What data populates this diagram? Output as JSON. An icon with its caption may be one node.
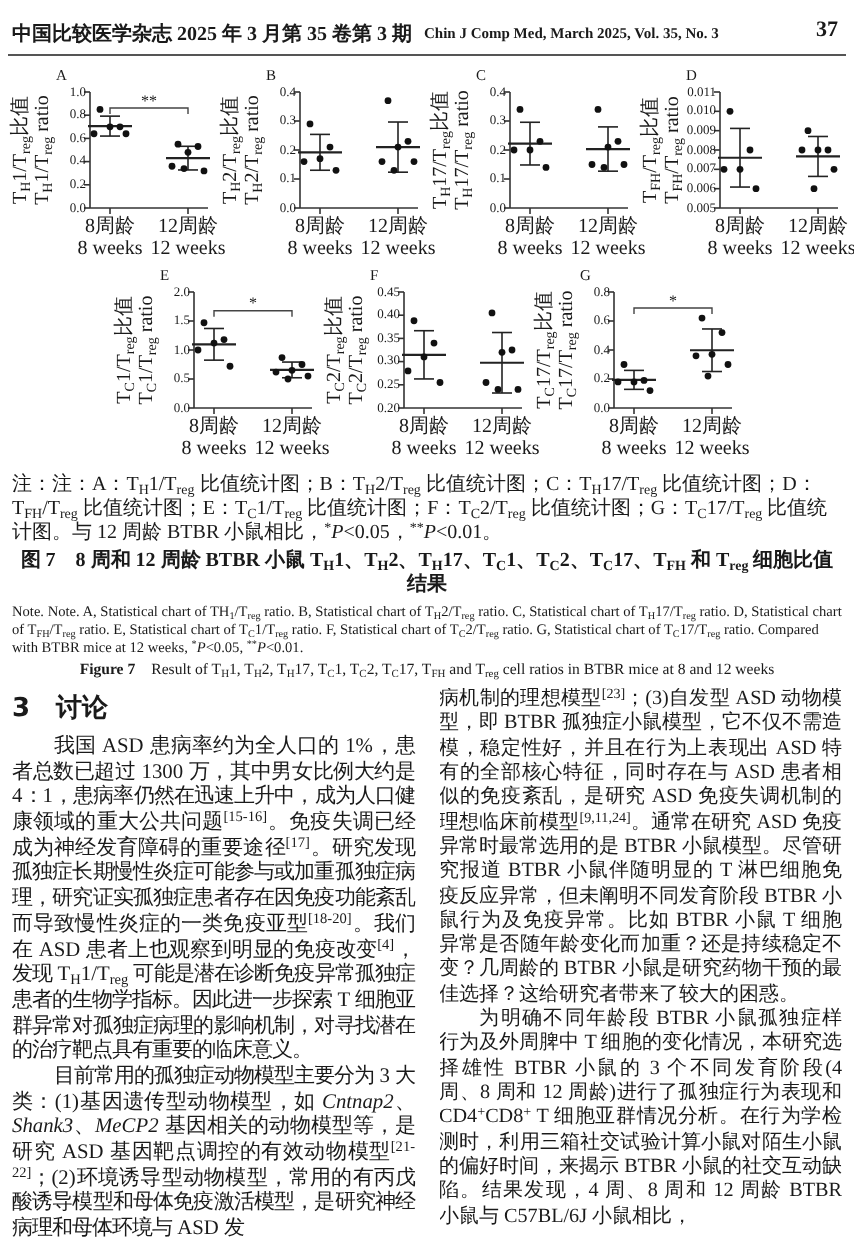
{
  "diagram": {
    "labels": [
      "中国比较医学杂志 2025 年 3 月第 35 卷第 3 期",
      "Chin J Comp Med, March 2025, Vol. 35, No. 3",
      "37",
      "注：注：A：T$_{H}$1/T$_{reg}$ 比值统计图；B：T$_{H}$2/T$_{reg}$ 比值统计图；C：T$_{H}$17/T$_{reg}$ 比值统计图；D：T$_{FH}$/T$_{reg}$ 比值统计图；E：T$_{C}$1/T$_{reg}$ 比值统计图；F：T$_{C}$2/T$_{reg}$ 比值统计图；G：T$_{C}$17/T$_{reg}$ 比值统计图。与 12 周龄 BTBR 小鼠相比，$^{*}$*P*<0.05，$^{**}$*P*<0.01。",
      "图 7　8 周和 12 周龄 BTBR 小鼠 T$_{H}$1、T$_{H}$2、T$_{H}$17、T$_{C}$1、T$_{C}$2、T$_{C}$17、T$_{FH}$ 和 T$_{reg}$ 细胞比值结果",
      "Note. Note. A, Statistical chart of TH$_{1}$/T$_{reg}$ ratio. B, Statistical chart of T$_{H}$2/T$_{reg}$ ratio. C, Statistical chart of T$_{H}$17/T$_{reg}$ ratio. D, Statistical chart of T$_{FH}$/T$_{reg}$ ratio. E, Statistical chart of T$_{C}$1/T$_{reg}$ ratio. F, Statistical chart of T$_{C}$2/T$_{reg}$ ratio. G, Statistical chart of T$_{C}$17/T$_{reg}$ ratio. Compared with BTBR mice at 12 weeks, $^{*}$*P*<0.05, $^{**}$*P*<0.01.",
      "**Figure 7**　Result of T$_{H}$1, T$_{H}$2, T$_{H}$17, T$_{C}$1, T$_{C}$2, T$_{C}$17, T$_{FH}$ and T$_{reg}$ cell ratios in BTBR mice at 8 and 12 weeks",
      "3　讨论",
      "我国 ASD 患病率约为全人口的 1%，患者总数已超过 1300 万，其中男女比例大约是 4：1，患病率仍然在迅速上升中，成为人口健康领域的重大公共问题$^{[15-16]}$。免疫失调已经成为神经发育障碍的重要途径$^{[17]}$。研究发现孤独症长期慢性炎症可能参与或加重孤独症病理，研究证实孤独症患者存在因免疫功能紊乱而导致慢性炎症的一类免疫亚型$^{[18-20]}$。我们在 ASD 患者上也观察到明显的免疫改变$^{[4]}$，发现 T$_{H}$1/T$_{reg}$ 可能是潜在诊断免疫异常孤独症患者的生物学指标。因此进一步探索 T 细胞亚群异常对孤独症病理的影响机制，对寻找潜在的治疗靶点具有重要的临床意义。",
      "目前常用的孤独症动物模型主要分为 3 大类：(1)基因遗传型动物模型，如 *Cntnap2*、*Shank3*、*MeCP2* 基因相关的动物模型等，是研究 ASD 基因靶点调控的有效动物模型$^{[21-22]}$；(2)环境诱导型动物模型，常用的有丙戊酸诱导模型和母体免疫激活模型，是研究神经病理和母体环境与 ASD 发",
      "病机制的理想模型$^{[23]}$；(3)自发型 ASD 动物模型，即 BTBR 孤独症小鼠模型，它不仅不需造模，稳定性好，并且在行为上表现出 ASD 特有的全部核心特征，同时存在与 ASD 患者相似的免疫紊乱，是研究 ASD 免疫失调机制的理想临床前模型$^{[9,11,24]}$。通常在研究 ASD 免疫异常时最常选用的是 BTBR 小鼠模型。尽管研究报道 BTBR 小鼠伴随明显的 T 淋巴细胞免疫反应异常，但未阐明不同发育阶段 BTBR 小鼠行为及免疫异常。比如 BTBR 小鼠 T 细胞异常是否随年龄变化而加重？还是持续稳定不变？几周龄的 BTBR 小鼠是研究药物干预的最佳选择？这给研究者带来了较大的困惑。",
      "为明确不同年龄段 BTBR 小鼠孤独症样行为及外周脾中 T 细胞的变化情况，本研究选择雄性 BTBR 小鼠的 3 个不同发育阶段(4 周、8 周和 12 周龄)进行了孤独症行为表现和 CD4$^{+}$CD8$^{+}$ T 细胞亚群情况分析。在行为学检测时，利用三箱社交试验计算小鼠对陌生小鼠的偏好时间，来揭示 BTBR 小鼠的社交互动缺陷。结果发现，4 周、8 周和 12 周龄 BTBR 小鼠与 C57BL/6J 小鼠相比，"
    ],
    "chart_data": [
      {
        "type": "scatter",
        "title": "A",
        "ylabel": "T$_{H}$1/T$_{reg}$比值 T$_{H}$1/T$_{reg}$ ratio",
        "categories": [
          "8周龄 8 weeks",
          "12周龄 12 weeks"
        ],
        "series": [
          {
            "values": [
              0.85,
              0.55
            ]
          },
          {
            "values": [
              0.7,
              0.53
            ]
          },
          {
            "values": [
              0.7,
              0.48
            ]
          },
          {
            "values": [
              0.64,
              0.36
            ]
          },
          {
            "values": [
              0.64,
              0.32
            ]
          },
          {
            "values": [
              null,
              0.34
            ]
          }
        ],
        "ylim": [
          0,
          1
        ],
        "yticks": [
          {
            "value": 0,
            "label": "0.0"
          },
          {
            "value": 0.2,
            "label": "0.2"
          },
          {
            "value": 0.4,
            "label": "0.4"
          },
          {
            "value": 0.6,
            "label": "0.6"
          },
          {
            "value": 0.8,
            "label": "0.8"
          },
          {
            "value": 1,
            "label": "1.0"
          }
        ],
        "annotations": [
          "**"
        ]
      },
      {
        "type": "scatter",
        "title": "B",
        "ylabel": "T$_{H}$2/T$_{reg}$比值 T$_{H}$2/T$_{reg}$ ratio",
        "categories": [
          "8周龄 8 weeks",
          "12周龄 12 weeks"
        ],
        "series": [
          {
            "values": [
              0.29,
              0.37
            ]
          },
          {
            "values": [
              0.21,
              0.23
            ]
          },
          {
            "values": [
              0.17,
              0.21
            ]
          },
          {
            "values": [
              0.16,
              0.16
            ]
          },
          {
            "values": [
              0.13,
              0.16
            ]
          },
          {
            "values": [
              null,
              0.13
            ]
          }
        ],
        "ylim": [
          0,
          0.4
        ],
        "yticks": [
          {
            "value": 0,
            "label": "0.0"
          },
          {
            "value": 0.1,
            "label": "0.1"
          },
          {
            "value": 0.2,
            "label": "0.2"
          },
          {
            "value": 0.3,
            "label": "0.3"
          },
          {
            "value": 0.4,
            "label": "0.4"
          }
        ]
      },
      {
        "type": "scatter",
        "title": "C",
        "ylabel": "T$_{H}$17/T$_{reg}$比值 T$_{H}$17/T$_{reg}$ ratio",
        "categories": [
          "8周龄 8 weeks",
          "12周龄 12 weeks"
        ],
        "series": [
          {
            "values": [
              0.34,
              0.34
            ]
          },
          {
            "values": [
              0.23,
              0.23
            ]
          },
          {
            "values": [
              0.2,
              0.21
            ]
          },
          {
            "values": [
              0.2,
              0.15
            ]
          },
          {
            "values": [
              0.14,
              0.15
            ]
          },
          {
            "values": [
              null,
              0.14
            ]
          }
        ],
        "ylim": [
          0,
          0.4
        ],
        "yticks": [
          {
            "value": 0,
            "label": "0.0"
          },
          {
            "value": 0.1,
            "label": "0.1"
          },
          {
            "value": 0.2,
            "label": "0.2"
          },
          {
            "value": 0.3,
            "label": "0.3"
          },
          {
            "value": 0.4,
            "label": "0.4"
          }
        ]
      },
      {
        "type": "scatter",
        "title": "D",
        "ylabel": "T$_{FH}$/T$_{reg}$比值 T$_{FH}$/T$_{reg}$ ratio",
        "categories": [
          "8周龄 8 weeks",
          "12周龄 12 weeks"
        ],
        "series": [
          {
            "values": [
              0.01,
              0.009
            ]
          },
          {
            "values": [
              0.008,
              0.008
            ]
          },
          {
            "values": [
              0.007,
              0.008
            ]
          },
          {
            "values": [
              0.007,
              0.008
            ]
          },
          {
            "values": [
              0.006,
              0.007
            ]
          },
          {
            "values": [
              null,
              0.006
            ]
          }
        ],
        "ylim": [
          0.005,
          0.011
        ],
        "yticks": [
          {
            "value": 0.005,
            "label": "0.005"
          },
          {
            "value": 0.006,
            "label": "0.006"
          },
          {
            "value": 0.007,
            "label": "0.007"
          },
          {
            "value": 0.008,
            "label": "0.008"
          },
          {
            "value": 0.009,
            "label": "0.009"
          },
          {
            "value": 0.01,
            "label": "0.010"
          },
          {
            "value": 0.011,
            "label": "0.011"
          }
        ]
      },
      {
        "type": "scatter",
        "title": "E",
        "ylabel": "T$_{C}$1/T$_{reg}$比值 T$_{C}$1/T$_{reg}$ ratio",
        "categories": [
          "8周龄 8 weeks",
          "12周龄 12 weeks"
        ],
        "series": [
          {
            "values": [
              1.47,
              0.87
            ]
          },
          {
            "values": [
              1.18,
              0.75
            ]
          },
          {
            "values": [
              1.12,
              0.65
            ]
          },
          {
            "values": [
              1.0,
              0.62
            ]
          },
          {
            "values": [
              0.72,
              0.55
            ]
          },
          {
            "values": [
              null,
              0.5
            ]
          }
        ],
        "ylim": [
          0,
          2
        ],
        "yticks": [
          {
            "value": 0,
            "label": "0.0"
          },
          {
            "value": 0.5,
            "label": "0.5"
          },
          {
            "value": 1,
            "label": "1.0"
          },
          {
            "value": 1.5,
            "label": "1.5"
          },
          {
            "value": 2,
            "label": "2.0"
          }
        ],
        "annotations": [
          "*"
        ]
      },
      {
        "type": "scatter",
        "title": "F",
        "ylabel": "T$_{C}$2/T$_{reg}$比值 T$_{C}$2/T$_{reg}$ ratio",
        "categories": [
          "8周龄 8 weeks",
          "12周龄 12 weeks"
        ],
        "series": [
          {
            "values": [
              0.388,
              0.405
            ]
          },
          {
            "values": [
              0.34,
              0.325
            ]
          },
          {
            "values": [
              0.31,
              0.32
            ]
          },
          {
            "values": [
              0.28,
              0.255
            ]
          },
          {
            "values": [
              0.255,
              0.24
            ]
          },
          {
            "values": [
              null,
              0.24
            ]
          }
        ],
        "ylim": [
          0.2,
          0.45
        ],
        "yticks": [
          {
            "value": 0.2,
            "label": "0.20"
          },
          {
            "value": 0.25,
            "label": "0.25"
          },
          {
            "value": 0.3,
            "label": "0.30"
          },
          {
            "value": 0.35,
            "label": "0.35"
          },
          {
            "value": 0.4,
            "label": "0.40"
          },
          {
            "value": 0.45,
            "label": "0.45"
          }
        ]
      },
      {
        "type": "scatter",
        "title": "G",
        "ylabel": "T$_{C}$17/T$_{reg}$比值 T$_{C}$17/T$_{reg}$ ratio",
        "categories": [
          "8周龄 8 weeks",
          "12周龄 12 weeks"
        ],
        "series": [
          {
            "values": [
              0.3,
              0.62
            ]
          },
          {
            "values": [
              0.19,
              0.52
            ]
          },
          {
            "values": [
              0.18,
              0.37
            ]
          },
          {
            "values": [
              0.18,
              0.36
            ]
          },
          {
            "values": [
              0.12,
              0.3
            ]
          },
          {
            "values": [
              null,
              0.22
            ]
          }
        ],
        "ylim": [
          0,
          0.8
        ],
        "yticks": [
          {
            "value": 0,
            "label": "0.0"
          },
          {
            "value": 0.2,
            "label": "0.2"
          },
          {
            "value": 0.4,
            "label": "0.4"
          },
          {
            "value": 0.6,
            "label": "0.6"
          },
          {
            "value": 0.8,
            "label": "0.8"
          }
        ],
        "annotations": [
          "*"
        ]
      }
    ]
  }
}
